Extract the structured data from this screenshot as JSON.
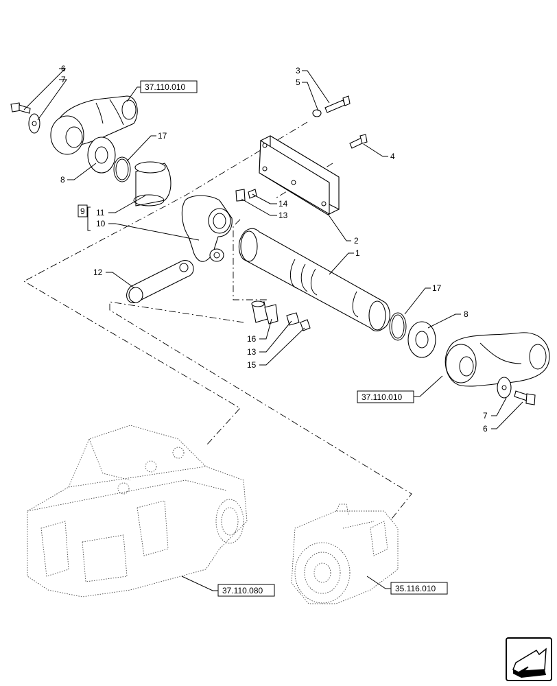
{
  "diagram": {
    "callouts": {
      "c1": "1",
      "c2": "2",
      "c3": "3",
      "c4": "4",
      "c5": "5",
      "c6_top": "6",
      "c7_top": "7",
      "c8_left": "8",
      "c9": "9",
      "c10": "10",
      "c11": "11",
      "c12": "12",
      "c13_upper": "13",
      "c13_lower": "13",
      "c14": "14",
      "c15": "15",
      "c16": "16",
      "c17_left": "17",
      "c17_right": "17",
      "c8_right": "8",
      "c7_bottom": "7",
      "c6_bottom": "6"
    },
    "references": {
      "ref_top": "37.110.010",
      "ref_right": "37.110.010",
      "ref_housing": "37.110.080",
      "ref_pump": "35.116.010"
    }
  },
  "nav_icon": "next-page-arrow-icon"
}
